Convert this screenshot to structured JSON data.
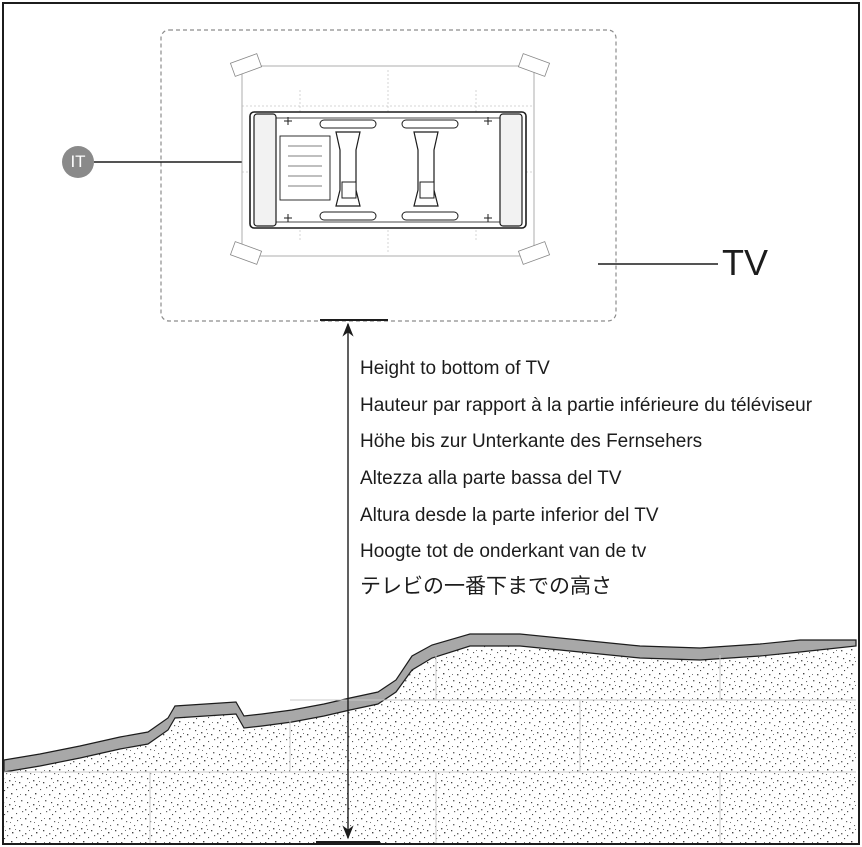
{
  "callouts": {
    "it_badge": "IT",
    "tv_label": "TV"
  },
  "height_labels": [
    "Height to bottom of TV",
    "Hauteur par rapport à la partie inférieure du téléviseur",
    "Höhe bis zur Unterkante des Fernsehers",
    "Altezza alla parte bassa del TV",
    "Altura desde la parte inferior del TV",
    "Hoogte tot de onderkant van de tv",
    "テレビの一番下までの高さ"
  ],
  "colors": {
    "line": "#1c1c1c",
    "dashed_outline": "#8c8c8c",
    "badge": "#8a8a8a",
    "ground_speckle": "#555555",
    "ground_band": "#a8a8a8"
  },
  "icons": {
    "dimension_arrow": "double-headed-vertical-arrow",
    "bracket": "tv-wall-mount-bracket"
  }
}
